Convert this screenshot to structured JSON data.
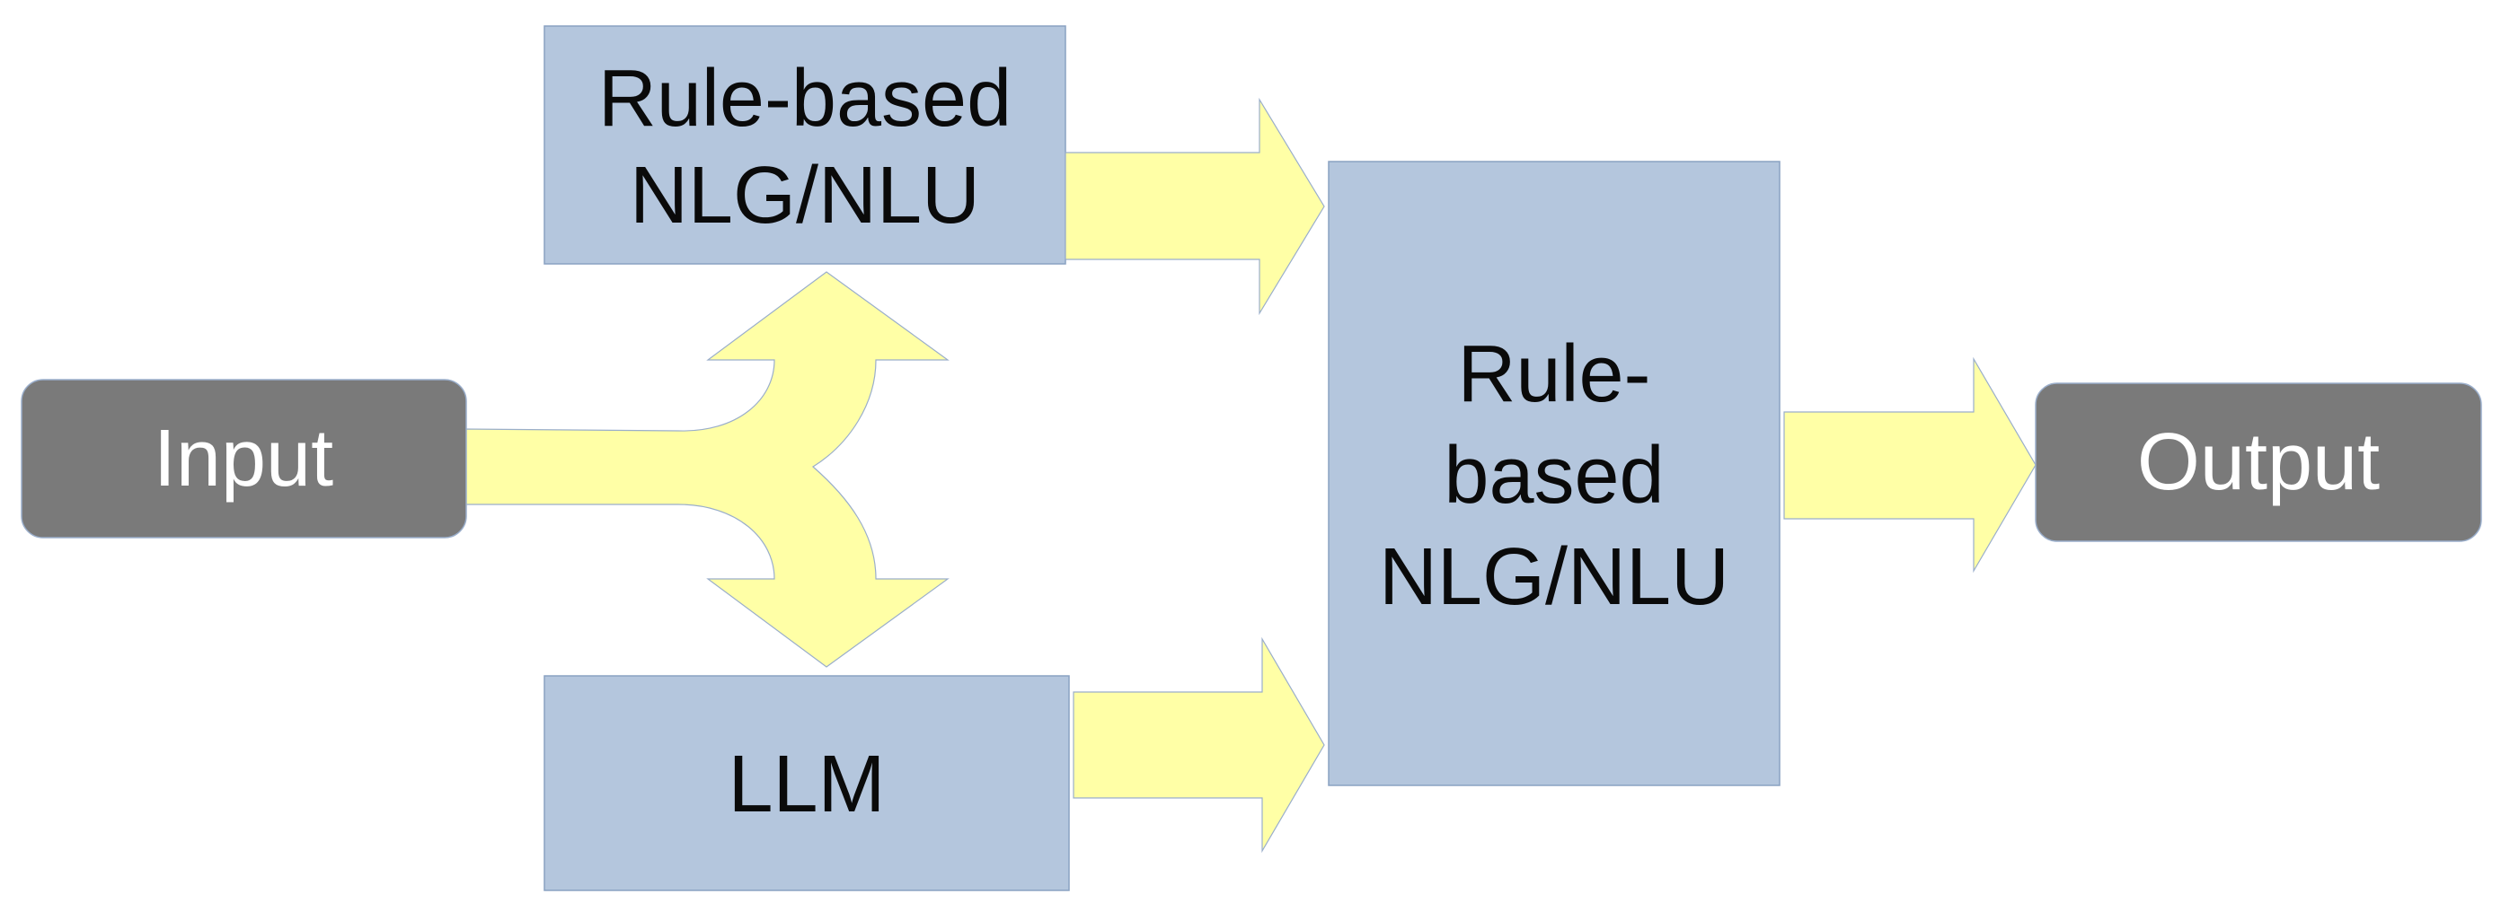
{
  "nodes": {
    "input": {
      "label": "Input"
    },
    "rule_based_top": {
      "line1": "Rule-based",
      "line2": "NLG/NLU"
    },
    "llm": {
      "label": "LLM"
    },
    "rule_based_center": {
      "line1": "Rule-",
      "line2": "based",
      "line3": "NLG/NLU"
    },
    "output": {
      "label": "Output"
    }
  },
  "colors": {
    "box_fill": "#b4c6dd",
    "terminal_fill": "#7a7a7a",
    "arrow_fill": "#ffffa6",
    "text_dark": "#0a0a0a",
    "text_light": "#ffffff"
  },
  "connections": [
    {
      "from": "input",
      "to": "rule_based_top"
    },
    {
      "from": "input",
      "to": "llm"
    },
    {
      "from": "rule_based_top",
      "to": "rule_based_center"
    },
    {
      "from": "llm",
      "to": "rule_based_center"
    },
    {
      "from": "rule_based_center",
      "to": "output"
    }
  ]
}
